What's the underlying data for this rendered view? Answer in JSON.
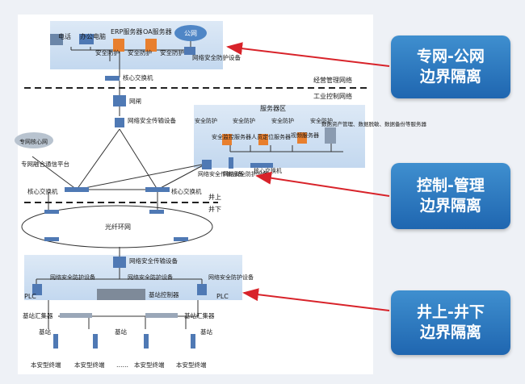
{
  "zones": {
    "top": {
      "phone": "电话",
      "office_pc": "办公电脑",
      "erp_server": "ERP服务器",
      "oa_server": "OA服务器",
      "cloud": "公网",
      "security_1": "安全防护",
      "security_2": "安全防护",
      "security_3": "安全防护",
      "gateway": "网络安全防护设备",
      "core_switch": "核心交换机"
    },
    "layers": {
      "business_net": "经营管理网络",
      "industrial_net": "工业控制网络",
      "above_well": "井上",
      "below_well": "井下"
    },
    "middle": {
      "gateway": "网闸",
      "secure_transfer": "网络安全传输设备",
      "private_cloud": "专网核心网",
      "fusion_platform": "专网融合通信平台",
      "core_switch_left": "核心交换机",
      "core_switch_right": "核心交换机"
    },
    "server_zone": {
      "title": "服务器区",
      "sec_a": "安全防护",
      "sec_b": "安全防护",
      "sec_c": "安全防护",
      "sec_d": "安全防护",
      "monitor_server": "安全监控服务器",
      "location_server": "人员定位服务器",
      "video_server": "视频服务器",
      "data_assets": "数据资产管理、数据脱敏、数据备份等服务器",
      "secure_transfer": "网络安全传输设备",
      "gateway": "网络安全防护设备",
      "core_switch": "核心交换机"
    },
    "ring": {
      "label": "光纤环网"
    },
    "bottom": {
      "secure_transfer": "网络安全传输设备",
      "gw_left": "网络安全防护设备",
      "gw_mid": "网络安全防护设备",
      "gw_right": "网络安全防护设备",
      "plc_left": "PLC",
      "plc_right": "PLC",
      "bs_controller": "基站控制器",
      "hub_left": "基站汇集器",
      "hub_right": "基站汇集器",
      "bs_1": "基站",
      "bs_2": "基站",
      "bs_3": "基站",
      "terminal_1": "本安型终端",
      "terminal_2": "本安型终端",
      "terminal_3": "本安型终端",
      "terminal_4": "本安型终端",
      "ellipsis": "……"
    }
  },
  "callouts": [
    {
      "line1": "专网-公网",
      "line2": "边界隔离"
    },
    {
      "line1": "控制-管理",
      "line2": "边界隔离"
    },
    {
      "line1": "井上-井下",
      "line2": "边界隔离"
    }
  ],
  "colors": {
    "zone_fill": "#cfe0f3",
    "arrow": "#d8232a",
    "callout": "#2a78c0",
    "server": "#e87f2e",
    "device": "#4f79b4"
  }
}
